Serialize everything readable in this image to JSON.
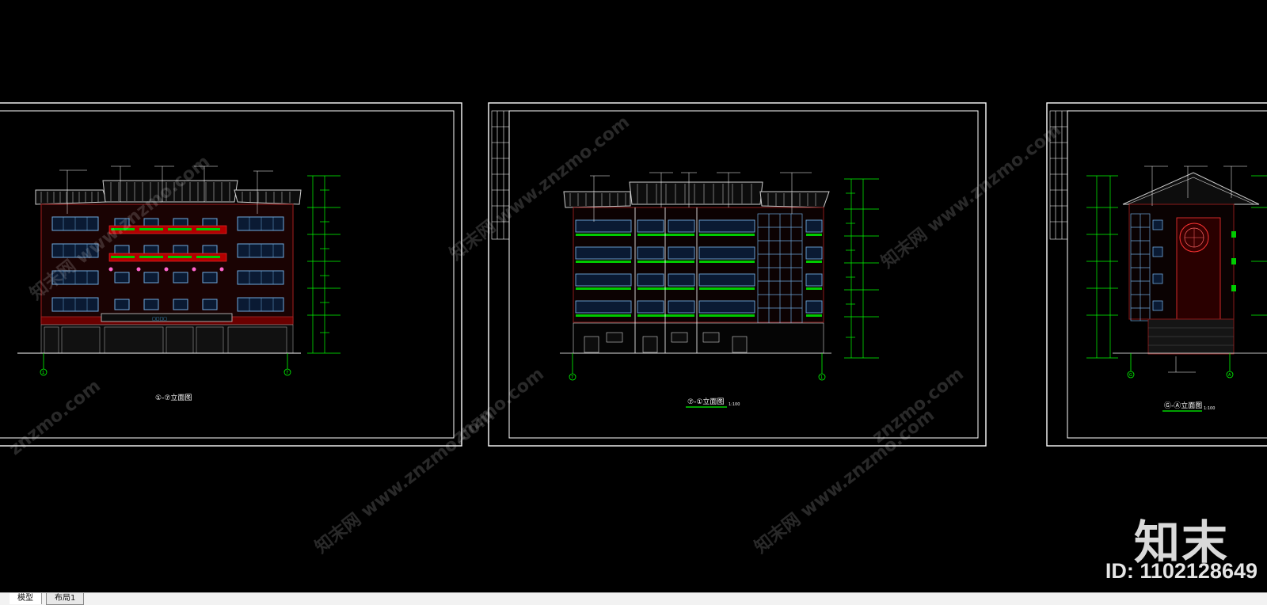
{
  "drawings": [
    {
      "title": "①-⑦立面图",
      "scale": ""
    },
    {
      "title": "⑦-①立面图",
      "scale": "1:100"
    },
    {
      "title": "Ⓖ-Ⓐ立面图",
      "scale": "1:100"
    }
  ],
  "axis_labels": {
    "d1_left": "1",
    "d1_right": "7",
    "d2_left": "7",
    "d2_right": "1",
    "d3_left": "G",
    "d3_right": "A"
  },
  "tabs": [
    {
      "label": "模型",
      "active": true
    },
    {
      "label": "布局1",
      "active": false
    }
  ],
  "brand": {
    "name": "知末",
    "id_text": "ID: 1102128649"
  },
  "watermark": {
    "text": "知末网 www.znzmo.com",
    "short": "znzmo.com"
  },
  "colors": {
    "background": "#000000",
    "frame": "#ffffff",
    "dimension_green": "#00ff00",
    "window_blue": "#6fa8dc",
    "roof_gray": "#cfcfcf",
    "brick_red": "#8b1a1a"
  }
}
